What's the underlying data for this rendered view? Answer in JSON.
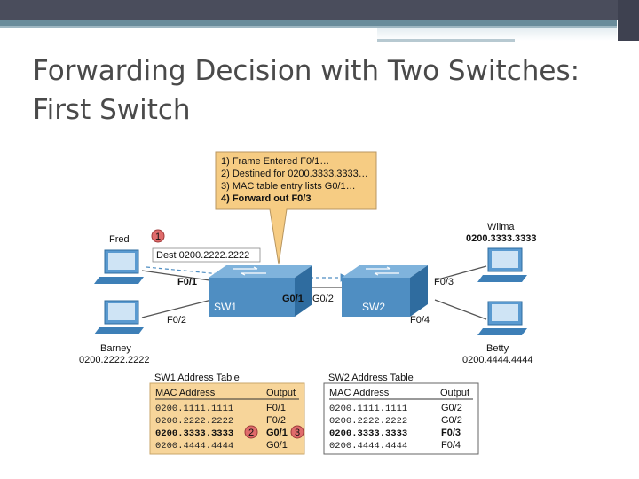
{
  "title": "Forwarding Decision with Two Switches: First Switch",
  "callout": {
    "line1": "1) Frame Entered F0/1…",
    "line2": "2) Destined for 0200.3333.3333…",
    "line3": "3) MAC table entry lists G0/1…",
    "line4": "4) Forward out F0/3"
  },
  "frame": {
    "step": "1",
    "dest": "Dest 0200.2222.2222"
  },
  "hosts": {
    "fred": {
      "name": "Fred"
    },
    "barney": {
      "name": "Barney",
      "mac": "0200.2222.2222"
    },
    "wilma": {
      "name": "Wilma",
      "mac": "0200.3333.3333"
    },
    "betty": {
      "name": "Betty",
      "mac": "0200.4444.4444"
    }
  },
  "switches": {
    "sw1": {
      "name": "SW1",
      "ports": {
        "f01": "F0/1",
        "f02": "F0/2",
        "g01": "G0/1"
      }
    },
    "sw2": {
      "name": "SW2",
      "ports": {
        "g02": "G0/2",
        "f03": "F0/3",
        "f04": "F0/4"
      }
    }
  },
  "tables": {
    "sw1": {
      "caption": "SW1 Address Table",
      "headers": [
        "MAC Address",
        "Output"
      ],
      "rows": [
        [
          "0200.1111.1111",
          "F0/1"
        ],
        [
          "0200.2222.2222",
          "F0/2"
        ],
        [
          "0200.3333.3333",
          "G0/1"
        ],
        [
          "0200.4444.4444",
          "G0/1"
        ]
      ],
      "marker_mac": "2",
      "marker_out": "3"
    },
    "sw2": {
      "caption": "SW2 Address Table",
      "headers": [
        "MAC Address",
        "Output"
      ],
      "rows": [
        [
          "0200.1111.1111",
          "G0/2"
        ],
        [
          "0200.2222.2222",
          "G0/2"
        ],
        [
          "0200.3333.3333",
          "F0/3"
        ],
        [
          "0200.4444.4444",
          "F0/4"
        ]
      ]
    }
  },
  "colors": {
    "callout_bg": "#f6cc83",
    "table_bg": "#f7d59a",
    "switch": "#4f8ec2",
    "marker": "#e06b6b",
    "link": "#555555"
  }
}
